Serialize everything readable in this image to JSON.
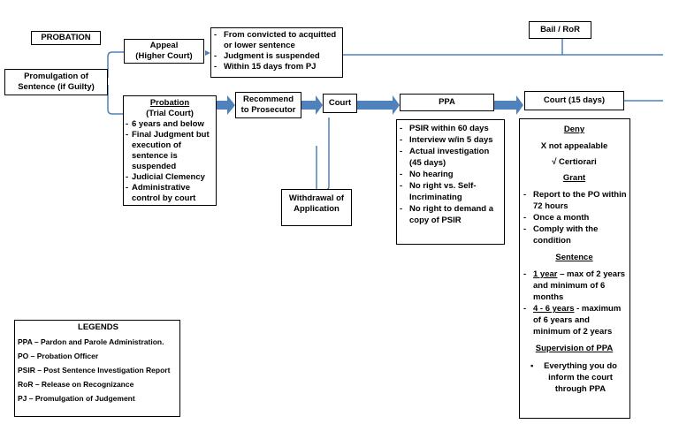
{
  "header": {
    "probation_label": "PROBATION"
  },
  "bail_ror": "Bail / RoR",
  "promulgation": [
    "Promulgation of",
    "Sentence (if Guilty)"
  ],
  "appeal": {
    "title": [
      "Appeal",
      "(Higher Court)"
    ],
    "items": [
      "From convicted to acquitted or lower sentence",
      "Judgment is suspended",
      "Within 15 days from PJ"
    ]
  },
  "probation": {
    "title": "Probation",
    "subtitle": "(Trial Court)",
    "items": [
      "6 years and below",
      "Final Judgment but execution of sentence is suspended",
      "Judicial Clemency",
      "Administrative control by court"
    ]
  },
  "recommend": [
    "Recommend",
    "to Prosecutor"
  ],
  "court": "Court",
  "withdrawal": [
    "Withdrawal of",
    "Application"
  ],
  "ppa": {
    "title": "PPA",
    "items": [
      "PSIR within 60 days",
      "Interview w/in 5 days",
      "Actual investigation (45 days)",
      "No hearing",
      "No right vs. Self-Incriminating",
      "No right to demand a copy of PSIR"
    ]
  },
  "court15": "Court (15 days)",
  "decision": {
    "deny": {
      "heading": "Deny",
      "lines": [
        "X not appealable",
        "√ Certiorari"
      ]
    },
    "grant": {
      "heading": "Grant",
      "items": [
        "Report to the PO within 72 hours",
        "Once a month",
        "Comply with the condition"
      ]
    },
    "sentence": {
      "heading": "Sentence",
      "items": [
        {
          "term": "1 year",
          "text": " – max of 2 years and minimum of 6 months"
        },
        {
          "term": "4 - 6 years",
          "text": " - maximum of 6 years and minimum of 2 years"
        }
      ]
    },
    "supervision": {
      "heading": "Supervision of PPA",
      "items": [
        "Everything you do inform the court through PPA"
      ]
    }
  },
  "legends": {
    "title": "LEGENDS",
    "items": [
      "PPA – Pardon and Parole Administration.",
      "PO – Probation Officer",
      "PSIR – Post Sentence Investigation Report",
      "RoR – Release on Recognizance",
      "PJ – Promulgation of Judgement"
    ]
  },
  "colors": {
    "connector": "#4f81bd",
    "border": "#000000"
  }
}
